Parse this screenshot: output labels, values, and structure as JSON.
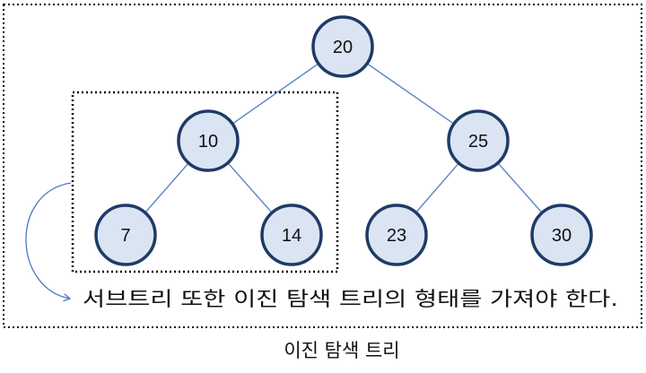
{
  "tree": {
    "nodes": {
      "root": "20",
      "left": "10",
      "right": "25",
      "left_left": "7",
      "left_right": "14",
      "right_left": "23",
      "right_right": "30"
    }
  },
  "subtree_note": "서브트리 또한 이진 탐색 트리의 형태를 가져야 한다.",
  "title": "이진 탐색 트리",
  "colors": {
    "node_fill": "#dbe4f2",
    "node_stroke": "#1f3a66",
    "edge": "#5b86c0",
    "arrow": "#4a7ac0",
    "border": "#000000"
  }
}
